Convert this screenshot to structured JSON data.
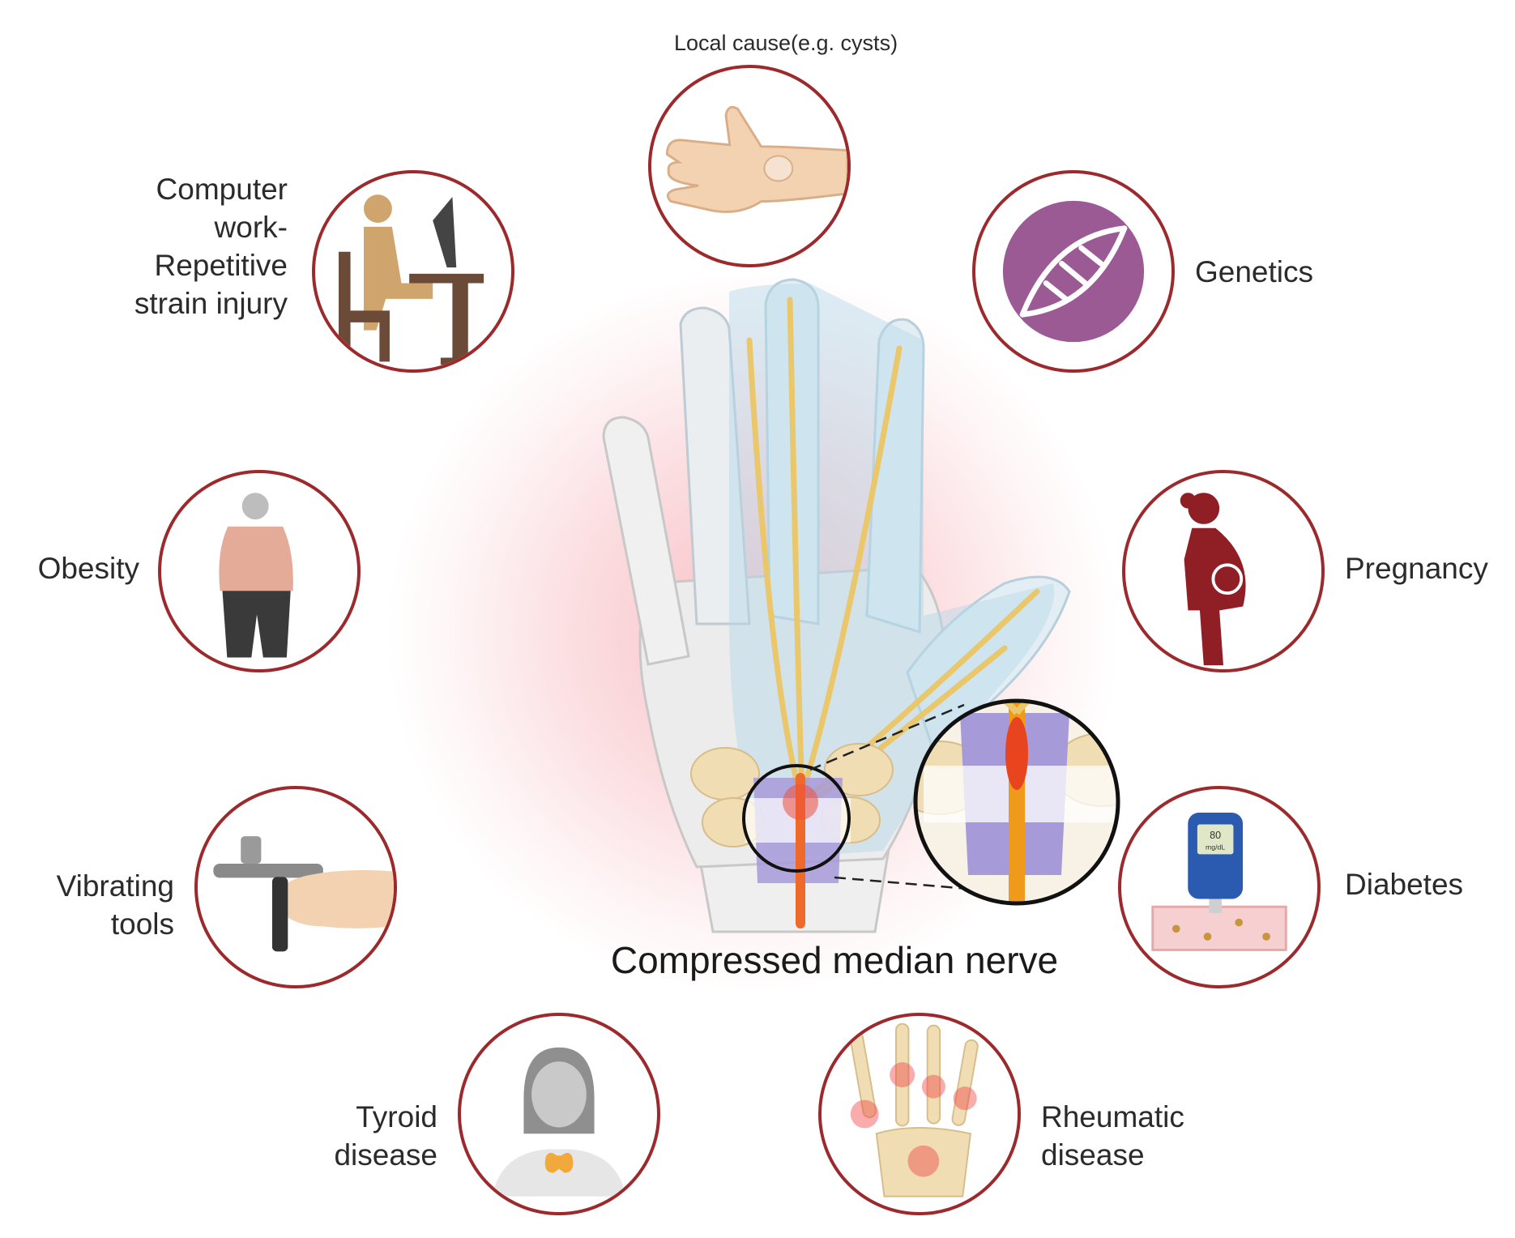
{
  "title": "Compressed median nerve",
  "causes": [
    {
      "id": "local-cause",
      "lines": [
        "Local cause(e.g. cysts)"
      ]
    },
    {
      "id": "computer-work",
      "lines": [
        "Computer",
        "work-",
        "Repetitive",
        "strain injury"
      ]
    },
    {
      "id": "genetics",
      "lines": [
        "Genetics"
      ]
    },
    {
      "id": "obesity",
      "lines": [
        "Obesity"
      ]
    },
    {
      "id": "pregnancy",
      "lines": [
        "Pregnancy"
      ]
    },
    {
      "id": "vibrating-tools",
      "lines": [
        "Vibrating",
        "tools"
      ]
    },
    {
      "id": "diabetes",
      "lines": [
        "Diabetes"
      ]
    },
    {
      "id": "tyroid-disease",
      "lines": [
        "Tyroid",
        "disease"
      ]
    },
    {
      "id": "rheumatic-disease",
      "lines": [
        "Rheumatic",
        "disease"
      ]
    }
  ],
  "glucometer": {
    "value": "80",
    "unit": "mg/dL"
  },
  "colors": {
    "ring": "#9c2a2d",
    "nerve": "#e9c76a",
    "compression": "#ef6a2a",
    "ligament": "#a79ad9",
    "dna": "#9b5a94",
    "pregnancy": "#8f1f24",
    "skin": "#f3d2b2"
  }
}
